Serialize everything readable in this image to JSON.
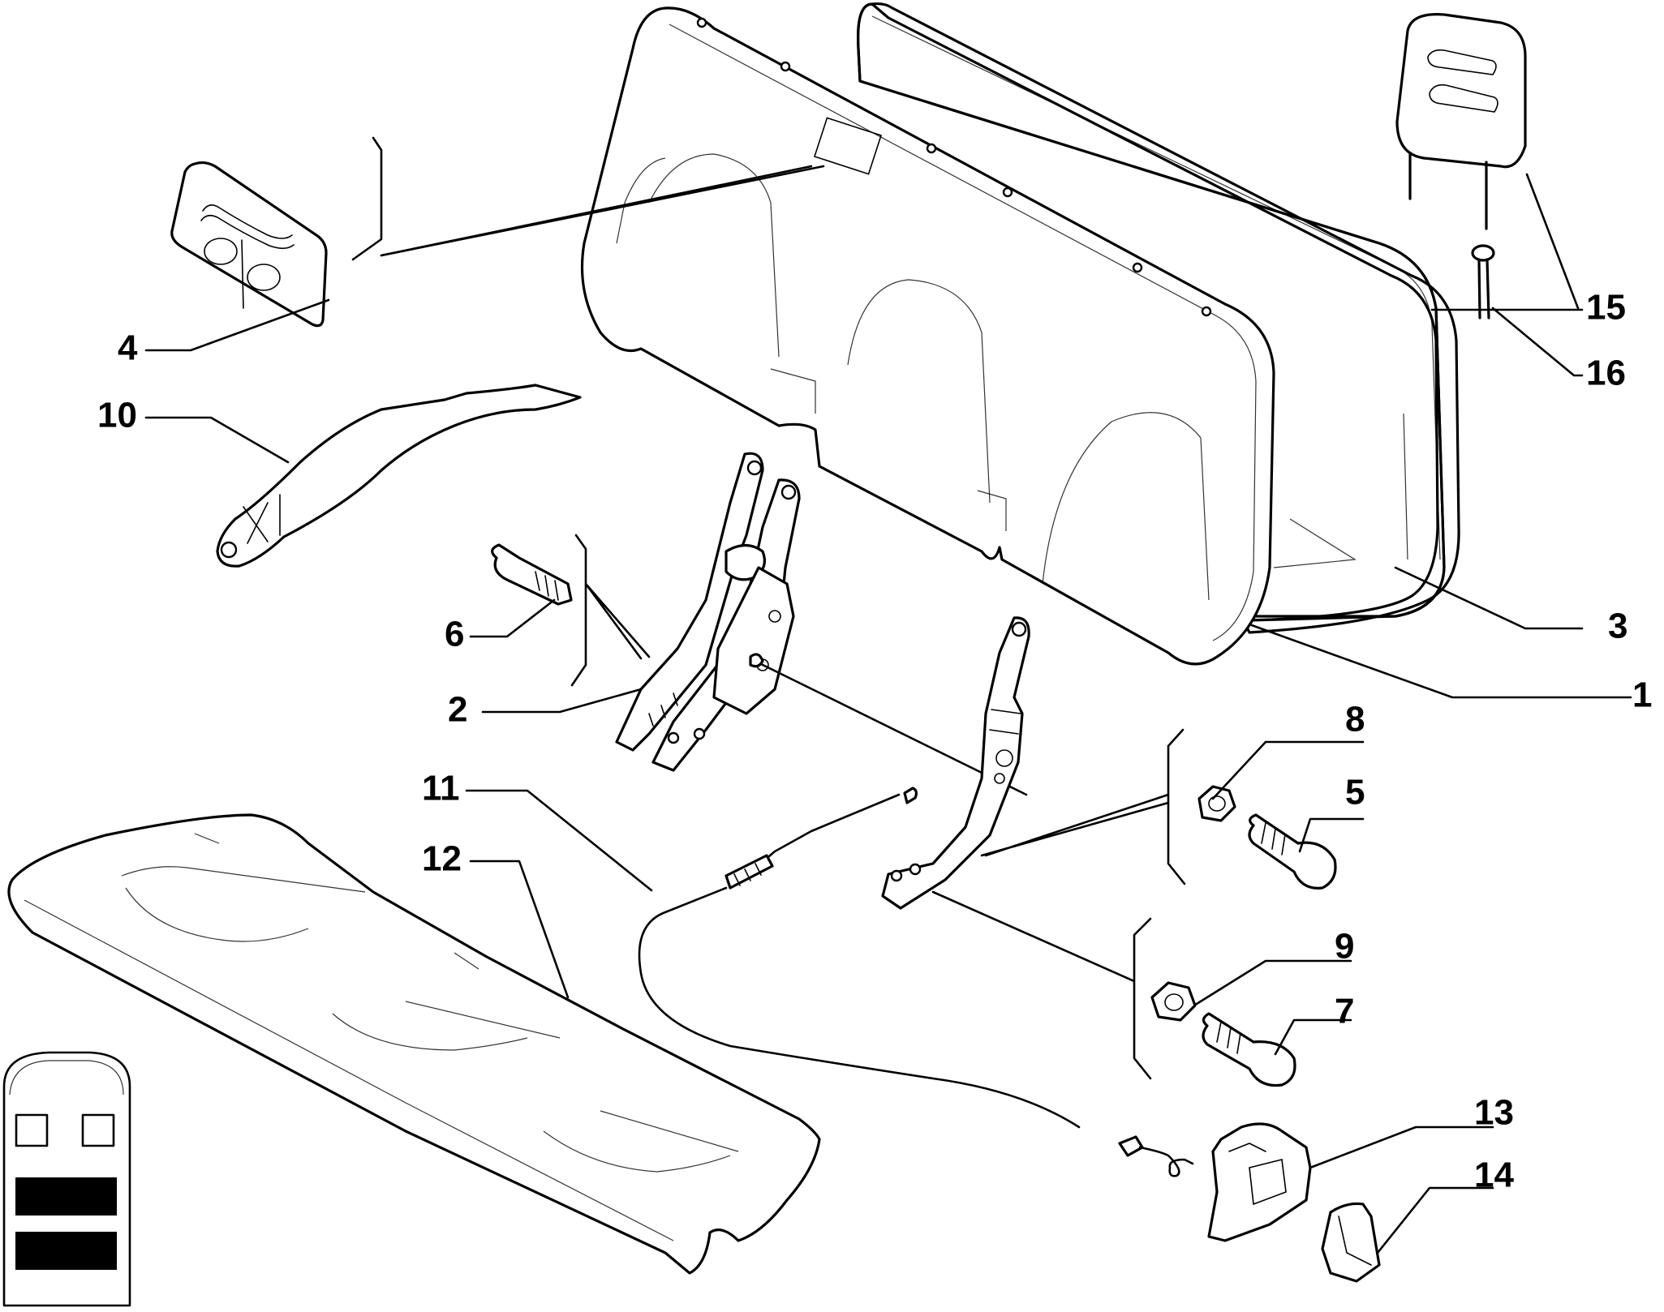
{
  "callouts": [
    {
      "id": "p1",
      "label": "1",
      "part": "rear-seat-backrest-cushion"
    },
    {
      "id": "p2",
      "label": "2",
      "part": "left-backrest-hinge-bracket"
    },
    {
      "id": "p3",
      "label": "3",
      "part": "backrest-rear-panel"
    },
    {
      "id": "p4",
      "label": "4",
      "part": "backrest-release-handle-trim"
    },
    {
      "id": "p5",
      "label": "5",
      "part": "upper-hinge-bolt"
    },
    {
      "id": "p6",
      "label": "6",
      "part": "hinge-pivot-bolt"
    },
    {
      "id": "p7",
      "label": "7",
      "part": "lower-hinge-bolt"
    },
    {
      "id": "p8",
      "label": "8",
      "part": "upper-hinge-nut"
    },
    {
      "id": "p9",
      "label": "9",
      "part": "lower-hinge-nut"
    },
    {
      "id": "p10",
      "label": "10",
      "part": "seat-belt-guide-strap"
    },
    {
      "id": "p11",
      "label": "11",
      "part": "release-cable"
    },
    {
      "id": "p12",
      "label": "12",
      "part": "rear-seat-cushion"
    },
    {
      "id": "p13",
      "label": "13",
      "part": "release-lever-housing"
    },
    {
      "id": "p14",
      "label": "14",
      "part": "housing-cover-cap"
    },
    {
      "id": "p15",
      "label": "15",
      "part": "headrest"
    },
    {
      "id": "p16",
      "label": "16",
      "part": "headrest-guide-pin"
    }
  ],
  "legend": {
    "icon": "seat-layout-pictogram",
    "meaning": "rear-bench-split-selection"
  }
}
